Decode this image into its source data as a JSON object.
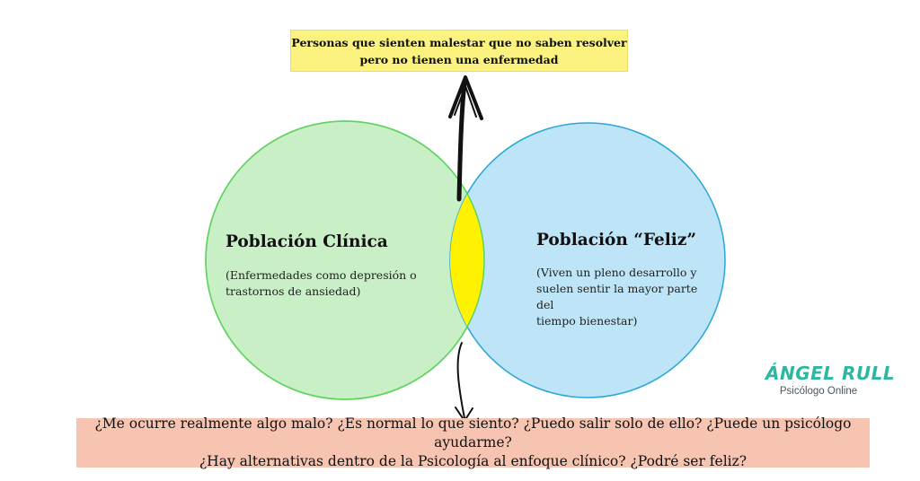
{
  "top_note": {
    "line1": "Personas que sienten malestar que no saben resolver",
    "line2": "pero no tienen una enfermedad"
  },
  "left_circle": {
    "title": "Población Clínica",
    "description_line1": "(Enfermedades como depresión o",
    "description_line2": "trastornos de ansiedad)",
    "fill_color": "#c8efc6",
    "stroke_color": "#5fd35f"
  },
  "right_circle": {
    "title": "Población “Feliz”",
    "description_line1": "(Viven un pleno desarrollo y",
    "description_line2": "suelen sentir la mayor parte del",
    "description_line3": "tiempo bienestar)",
    "fill_color": "#bde5f7",
    "stroke_color": "#2aa6d9"
  },
  "overlap": {
    "fill_color": "#fff200"
  },
  "bottom_note": {
    "line1": "¿Me ocurre realmente algo malo? ¿Es normal lo que siento? ¿Puedo salir solo de ello? ¿Puede un psicólogo ayudarme?",
    "line2": "¿Hay alternativas dentro de la Psicología al enfoque clínico? ¿Podré ser feliz?"
  },
  "logo": {
    "name": "ÁNGEL RULL",
    "subtitle": "Psicólogo Online",
    "color": "#2bb7a0"
  }
}
